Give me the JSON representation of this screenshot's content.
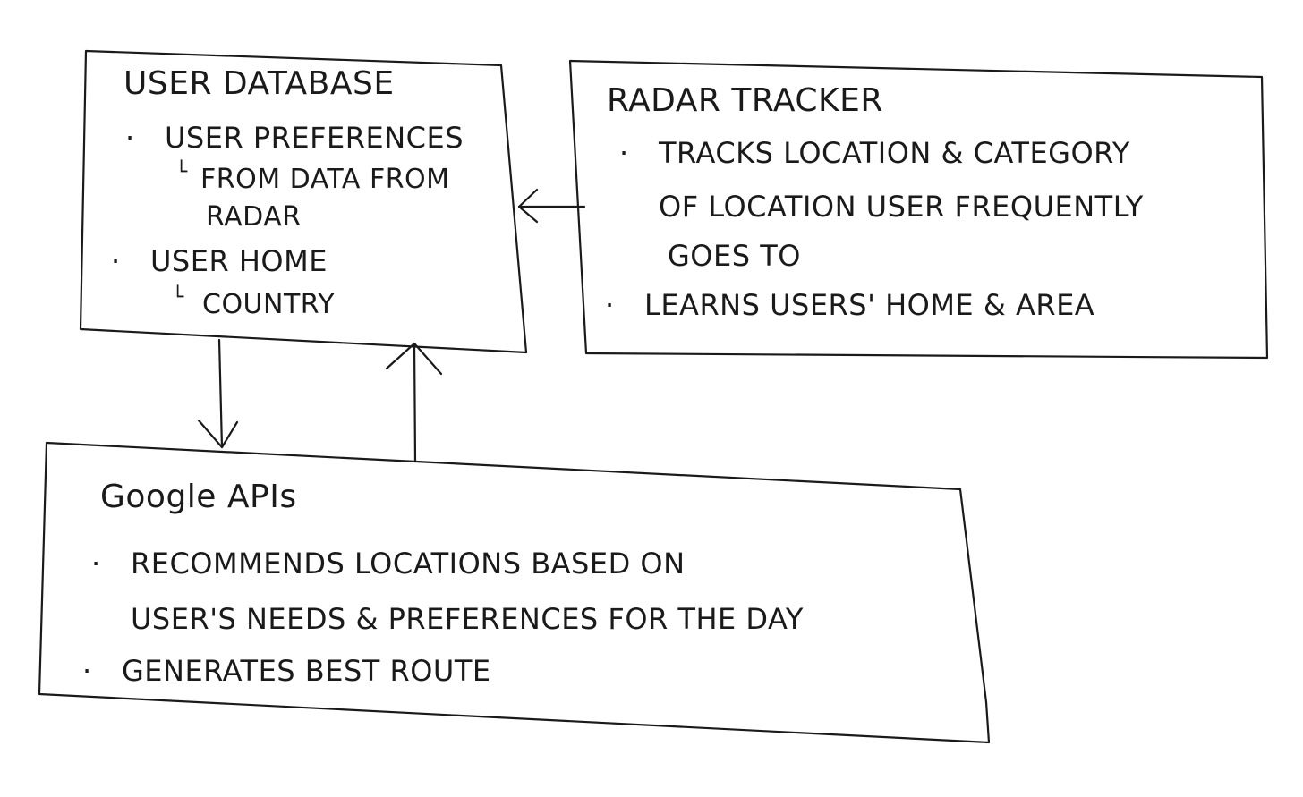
{
  "user_database": {
    "title": "User Database",
    "items": [
      {
        "text": "User Preferences",
        "sub": [
          "From data from",
          "Radar"
        ]
      },
      {
        "text": "User Home",
        "sub": [
          "Country"
        ]
      }
    ]
  },
  "radar_tracker": {
    "title": "Radar Tracker",
    "items": [
      {
        "lines": [
          "Tracks location & category",
          "of location user frequently",
          "goes to"
        ]
      },
      {
        "lines": [
          "Learns users' home & area"
        ]
      }
    ]
  },
  "google_apis": {
    "title": "Google APIs",
    "items": [
      {
        "lines": [
          "Recommends locations based on",
          "user's needs & preferences for the day"
        ]
      },
      {
        "lines": [
          "Generates best route"
        ]
      }
    ]
  }
}
